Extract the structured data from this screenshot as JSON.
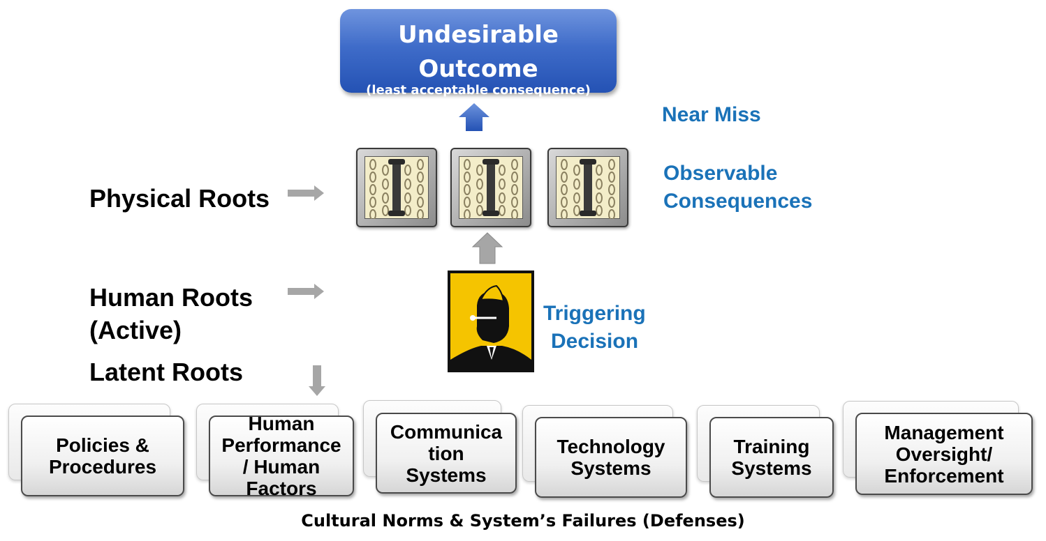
{
  "outcome": {
    "title_line1": "Undesirable",
    "title_line2": "Outcome",
    "subtitle": "(least acceptable consequence)"
  },
  "left_labels": {
    "physical": "Physical Roots",
    "human_line1": "Human Roots",
    "human_line2": "(Active)",
    "latent": "Latent Roots"
  },
  "right_labels": {
    "near_miss": "Near Miss",
    "observable_line1": "Observable",
    "observable_line2": "Consequences",
    "triggering_line1": "Triggering",
    "triggering_line2": "Decision"
  },
  "defenses": [
    {
      "label": "Policies &\nProcedures"
    },
    {
      "label": "Human\nPerformance\n/ Human\nFactors"
    },
    {
      "label": "Communica\ntion\nSystems"
    },
    {
      "label": "Technology\nSystems"
    },
    {
      "label": "Training\nSystems"
    },
    {
      "label": "Management\nOversight/\nEnforcement"
    }
  ],
  "caption": "Cultural Norms & System’s Failures (Defenses)",
  "colors": {
    "outcome_blue": "#2f5fbf",
    "label_blue": "#1a72b8",
    "arrow_gray": "#9a9a9a",
    "decision_yellow": "#f2c200"
  },
  "icons": {
    "panels": "chain-link-panel-icon",
    "decision": "thinking-man-icon"
  }
}
